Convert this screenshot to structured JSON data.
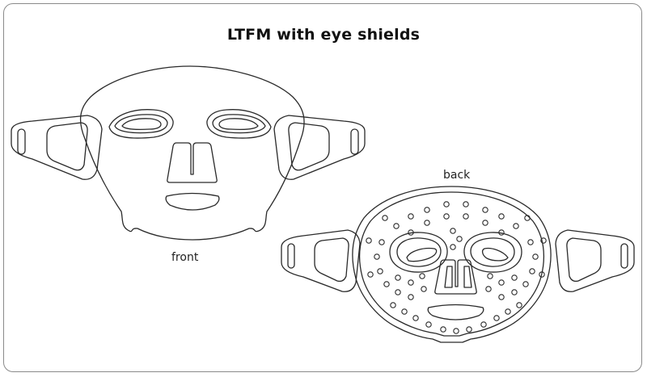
{
  "title": "LTFM with eye shields",
  "views": {
    "front": {
      "label": "front"
    },
    "back": {
      "label": "back"
    }
  },
  "colors": {
    "line": "#2a2a2a",
    "frame": "#8a8a8a",
    "background": "#ffffff"
  }
}
